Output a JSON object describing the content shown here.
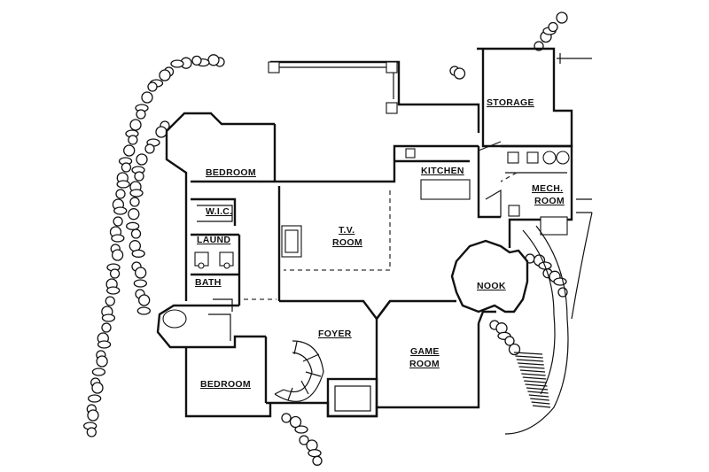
{
  "rooms": {
    "storage": "STORAGE",
    "kitchen": "KITCHEN",
    "mech_line1": "MECH.",
    "mech_line2": "ROOM",
    "bedroom_upper": "BEDROOM",
    "wic": "W.I.C.",
    "laundry": "LAUND",
    "tv_line1": "T.V.",
    "tv_line2": "ROOM",
    "bath": "BATH",
    "nook": "NOOK",
    "foyer": "FOYER",
    "game_line1": "GAME",
    "game_line2": "ROOM",
    "bedroom_lower": "BEDROOM"
  },
  "colors": {
    "ink": "#111111",
    "paper": "#ffffff"
  }
}
